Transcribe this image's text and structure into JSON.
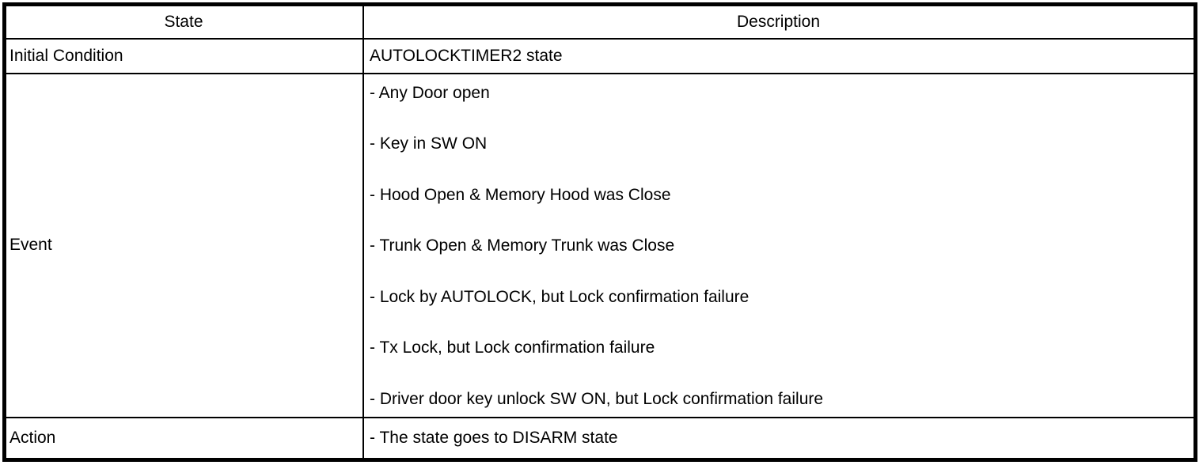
{
  "table": {
    "columns": {
      "state": "State",
      "description": "Description"
    },
    "rows": {
      "initial_condition": {
        "label": "Initial Condition",
        "description": "AUTOLOCKTIMER2 state"
      },
      "event": {
        "label": "Event",
        "items": [
          "- Any Door open",
          "- Key in SW ON",
          "- Hood Open & Memory Hood was Close",
          "- Trunk Open & Memory Trunk was Close",
          "- Lock by AUTOLOCK, but Lock confirmation failure",
          "- Tx Lock, but Lock confirmation failure",
          "- Driver door key unlock SW ON, but Lock confirmation failure"
        ]
      },
      "action": {
        "label": "Action",
        "description": "- The state goes to DISARM state"
      }
    }
  },
  "colors": {
    "border": "#000000",
    "background": "#ffffff",
    "text": "#000000"
  }
}
